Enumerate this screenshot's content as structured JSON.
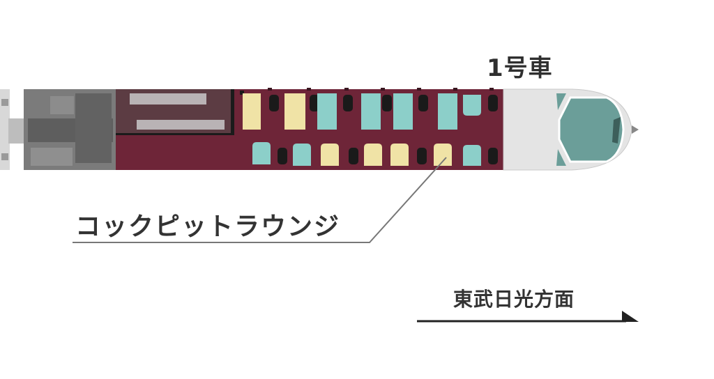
{
  "car": {
    "number_label": "1号車",
    "cabin_label": "コックピットラウンジ"
  },
  "direction": {
    "label": "東武日光方面"
  },
  "colors": {
    "cabin": "#6e2538",
    "machinery": "#6a6a6a",
    "storage": "#5a3a40",
    "cockpit_body": "#e4e4e4",
    "windshield": "#6b9e99",
    "seat_yellow": "#f0e3a6",
    "seat_teal": "#8ccfc9",
    "table": "#1a1a1a",
    "leader_line": "#777777",
    "arrow": "#222222"
  },
  "icons": {
    "direction_arrow": "arrow-right-icon"
  }
}
